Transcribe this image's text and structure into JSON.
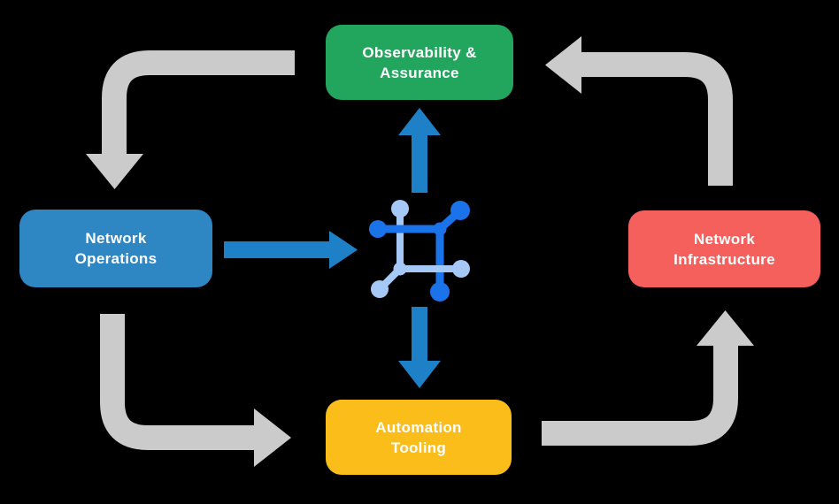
{
  "diagram": {
    "name": "network-automation-cycle",
    "nodes": {
      "observability": {
        "line1": "Observability &",
        "line2": "Assurance"
      },
      "operations": {
        "line1": "Network",
        "line2": "Operations"
      },
      "infrastructure": {
        "line1": "Network",
        "line2": "Infrastructure"
      },
      "automation": {
        "line1": "Automation",
        "line2": "Tooling"
      }
    },
    "center_icon": "network-automation-icon",
    "flow_arrows": [
      {
        "name": "observability-to-operations",
        "from": "Observability & Assurance",
        "to": "Network Operations",
        "style": "gray-elbow"
      },
      {
        "name": "operations-to-automation",
        "from": "Network Operations",
        "to": "Automation Tooling",
        "style": "gray-elbow"
      },
      {
        "name": "automation-to-infrastructure",
        "from": "Automation Tooling",
        "to": "Network Infrastructure",
        "style": "gray-elbow"
      },
      {
        "name": "infrastructure-to-observability",
        "from": "Network Infrastructure",
        "to": "Observability & Assurance",
        "style": "gray-elbow"
      }
    ],
    "process_arrows": [
      {
        "name": "operations-to-center",
        "from": "Network Operations",
        "to": "center-icon",
        "style": "blue-straight"
      },
      {
        "name": "center-to-observability",
        "from": "center-icon",
        "to": "Observability & Assurance",
        "style": "blue-straight"
      },
      {
        "name": "center-to-automation",
        "from": "center-icon",
        "to": "Automation Tooling",
        "style": "blue-straight"
      }
    ],
    "colors": {
      "observability_green": "#22A55C",
      "operations_blue": "#2E86C3",
      "infrastructure_red": "#F55F5C",
      "automation_yellow": "#FBBD1A",
      "flow_arrow_gray": "#CBCBCB",
      "process_arrow_blue": "#1E80C6",
      "icon_blue_dark": "#1A73E8",
      "icon_blue_light": "#A5C8F7",
      "label_white": "#FFFFFF",
      "background_black": "#000000"
    }
  }
}
